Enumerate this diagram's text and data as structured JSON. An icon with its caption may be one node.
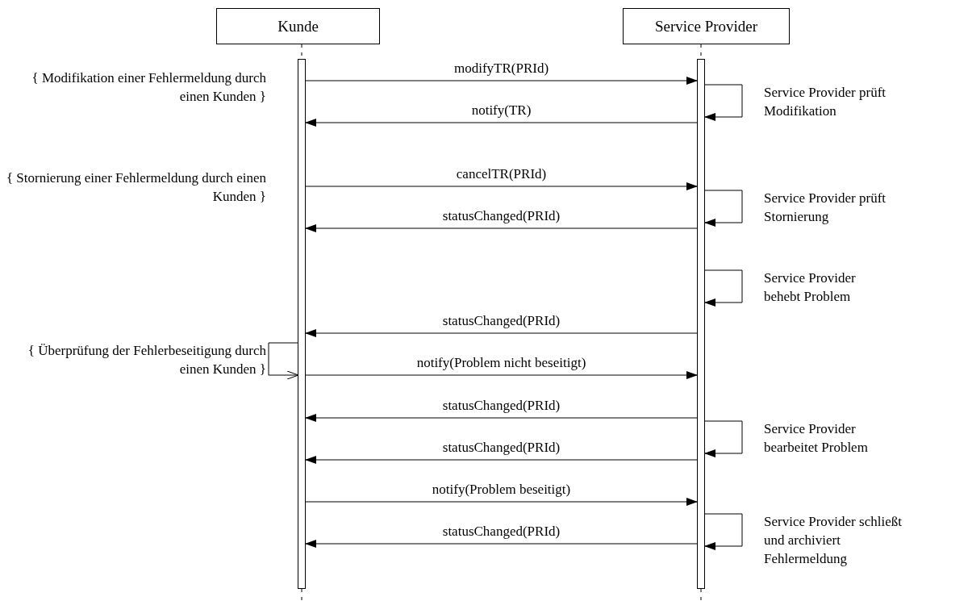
{
  "diagram": {
    "nodes": [
      {
        "text": [
          "Kunde"
        ]
      },
      {
        "text": [
          "Service Provider"
        ]
      },
      {
        "text": [],
        "shape": "bar"
      },
      {
        "text": [],
        "shape": "bar"
      }
    ],
    "edges": [
      {
        "from": 0,
        "to": 2,
        "arrow": "none",
        "style": "dashed"
      },
      {
        "from": 1,
        "to": 3,
        "arrow": "none",
        "style": "dashed"
      },
      {
        "from": 2,
        "to": 3,
        "arrow": "to",
        "label": "modifyTR(PRId)"
      },
      {
        "from": 3,
        "to": 3,
        "arrow": "to",
        "label": "Service Provider prüft Modifikation"
      },
      {
        "from": 3,
        "to": 2,
        "arrow": "to",
        "label": "notify(TR)"
      },
      {
        "from": 2,
        "to": 3,
        "arrow": "to",
        "label": "cancelTR(PRId)"
      },
      {
        "from": 3,
        "to": 3,
        "arrow": "to",
        "label": "Service Provider prüft Stornierung"
      },
      {
        "from": 3,
        "to": 2,
        "arrow": "to",
        "label": "statusChanged(PRId)"
      },
      {
        "from": 3,
        "to": 3,
        "arrow": "to",
        "label": "Service Provider behebt Problem"
      },
      {
        "from": 3,
        "to": 2,
        "arrow": "to",
        "label": "statusChanged(PRId)"
      },
      {
        "from": 2,
        "to": 2,
        "arrow": "to",
        "label": "{ Überprüfung der Fehlerbeseitigung durch einen Kunden }"
      },
      {
        "from": 2,
        "to": 3,
        "arrow": "to",
        "label": "notify(Problem nicht beseitigt)"
      },
      {
        "from": 3,
        "to": 2,
        "arrow": "to",
        "label": "statusChanged(PRId)"
      },
      {
        "from": 3,
        "to": 3,
        "arrow": "to",
        "label": "Service Provider bearbeitet Problem"
      },
      {
        "from": 3,
        "to": 2,
        "arrow": "to",
        "label": "statusChanged(PRId)"
      },
      {
        "from": 2,
        "to": 3,
        "arrow": "to",
        "label": "notify(Problem beseitigt)"
      },
      {
        "from": 3,
        "to": 3,
        "arrow": "to",
        "label": "Service Provider schließt und archiviert Fehlermeldung"
      },
      {
        "from": 3,
        "to": 2,
        "arrow": "to",
        "label": "statusChanged(PRId)"
      },
      {
        "from": 2,
        "to": null,
        "arrow": "none",
        "style": "dashed"
      },
      {
        "from": 3,
        "to": null,
        "arrow": "none",
        "style": "dashed"
      }
    ],
    "labels": [
      "{ Modifikation einer Fehlermeldung durch einen Kunden }",
      "{ Stornierung einer Fehlermeldung durch einen Kunden }"
    ]
  }
}
